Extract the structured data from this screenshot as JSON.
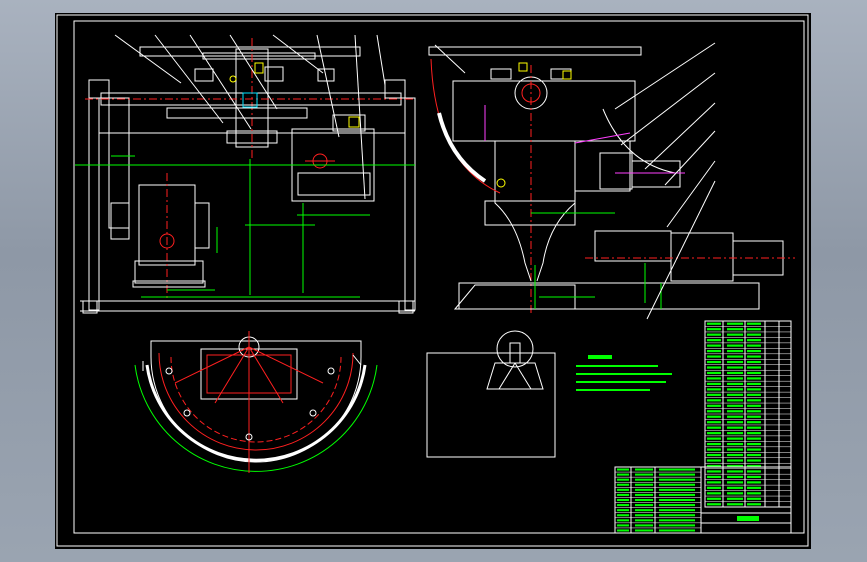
{
  "viewport": {
    "background": "#000000"
  },
  "colors": {
    "outline": "#ffffff",
    "red": "#ff2020",
    "green": "#00ff00",
    "yellow": "#ffff00",
    "cyan": "#00e5ff",
    "magenta": "#ff40ff"
  },
  "views": {
    "front": "front-view",
    "side": "side-view",
    "plan": "plan-view",
    "detail": "detail-view"
  },
  "title_block": {
    "rows": 13
  },
  "parts_list": {
    "rows": 34
  },
  "notes": {
    "lines": 4
  }
}
